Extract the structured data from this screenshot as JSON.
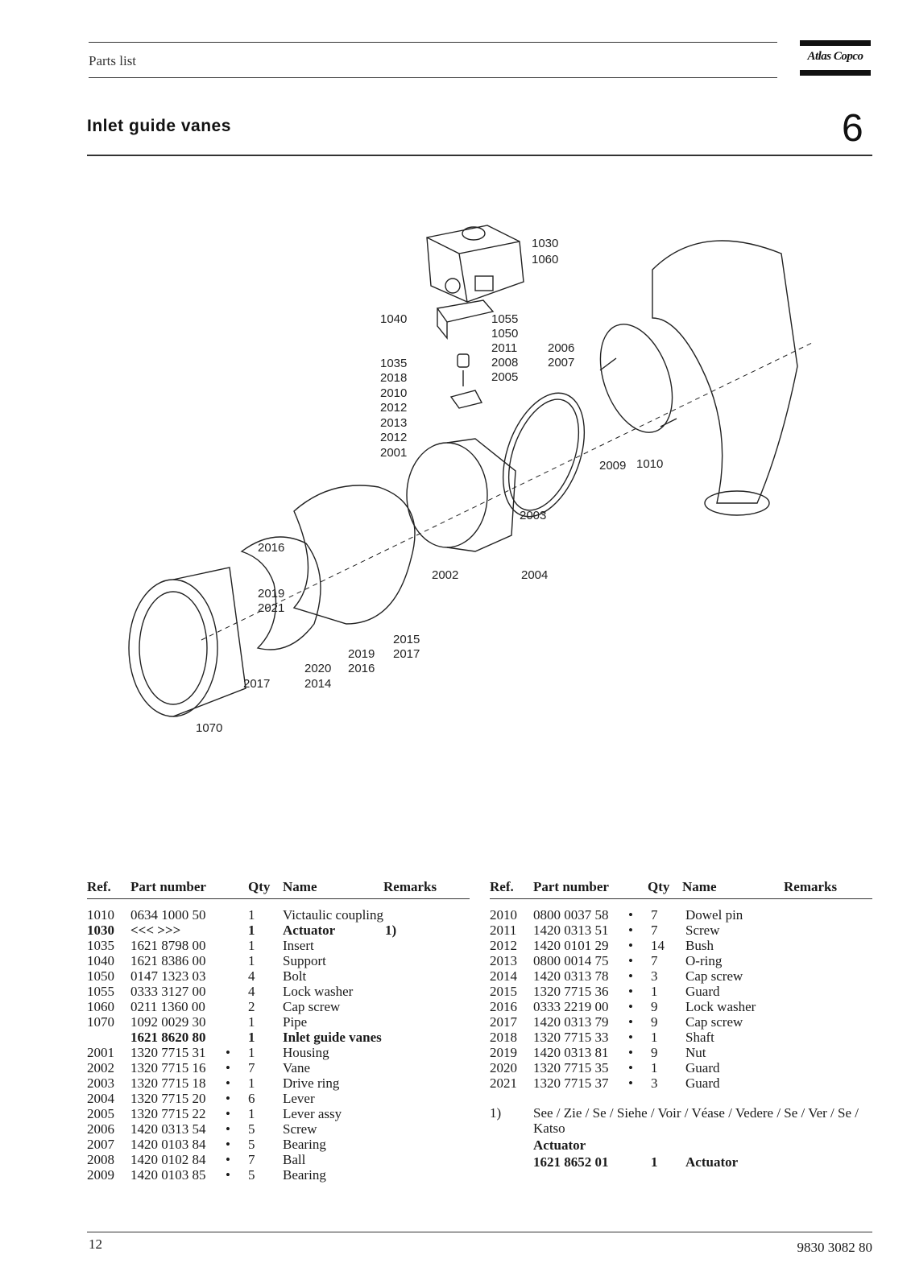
{
  "header": {
    "running_head": "Parts list",
    "logo_text": "Atlas Copco"
  },
  "section": {
    "title": "Inlet guide vanes",
    "number": "6"
  },
  "callouts": [
    "1030",
    "1060",
    "1040",
    "1055",
    "1050",
    "2011",
    "2006",
    "1035",
    "2008",
    "2007",
    "2018",
    "2005",
    "2010",
    "2012",
    "2013",
    "2012",
    "2001",
    "2009",
    "1010",
    "2003",
    "2016",
    "2002",
    "2004",
    "2019",
    "2021",
    "2015",
    "2017",
    "2019",
    "2016",
    "2020",
    "2017",
    "2014",
    "1070"
  ],
  "table_headers": {
    "ref": "Ref.",
    "part": "Part number",
    "qty": "Qty",
    "name": "Name",
    "remarks": "Remarks"
  },
  "left_rows": [
    {
      "ref": "1010",
      "part": "0634 1000 50",
      "dot": "",
      "qty": "1",
      "name": "Victaulic coupling",
      "rem": "",
      "bold": false
    },
    {
      "ref": "1030",
      "part": "<<< >>>",
      "dot": "",
      "qty": "1",
      "name": "Actuator",
      "rem": "1)",
      "bold": true
    },
    {
      "ref": "1035",
      "part": "1621 8798 00",
      "dot": "",
      "qty": "1",
      "name": "Insert",
      "rem": "",
      "bold": false
    },
    {
      "ref": "1040",
      "part": "1621 8386 00",
      "dot": "",
      "qty": "1",
      "name": "Support",
      "rem": "",
      "bold": false
    },
    {
      "ref": "1050",
      "part": "0147 1323 03",
      "dot": "",
      "qty": "4",
      "name": "Bolt",
      "rem": "",
      "bold": false
    },
    {
      "ref": "1055",
      "part": "0333 3127 00",
      "dot": "",
      "qty": "4",
      "name": "Lock washer",
      "rem": "",
      "bold": false
    },
    {
      "ref": "1060",
      "part": "0211 1360 00",
      "dot": "",
      "qty": "2",
      "name": "Cap screw",
      "rem": "",
      "bold": false
    },
    {
      "ref": "1070",
      "part": "1092 0029 30",
      "dot": "",
      "qty": "1",
      "name": "Pipe",
      "rem": "",
      "bold": false
    },
    {
      "ref": "",
      "part": "1621 8620 80",
      "dot": "",
      "qty": "1",
      "name": "Inlet guide vanes",
      "rem": "",
      "bold": true
    },
    {
      "ref": "2001",
      "part": "1320 7715 31",
      "dot": "•",
      "qty": "1",
      "name": "Housing",
      "rem": "",
      "bold": false
    },
    {
      "ref": "2002",
      "part": "1320 7715 16",
      "dot": "•",
      "qty": "7",
      "name": "Vane",
      "rem": "",
      "bold": false
    },
    {
      "ref": "2003",
      "part": "1320 7715 18",
      "dot": "•",
      "qty": "1",
      "name": "Drive ring",
      "rem": "",
      "bold": false
    },
    {
      "ref": "2004",
      "part": "1320 7715 20",
      "dot": "•",
      "qty": "6",
      "name": "Lever",
      "rem": "",
      "bold": false
    },
    {
      "ref": "2005",
      "part": "1320 7715 22",
      "dot": "•",
      "qty": "1",
      "name": "Lever assy",
      "rem": "",
      "bold": false
    },
    {
      "ref": "2006",
      "part": "1420 0313 54",
      "dot": "•",
      "qty": "5",
      "name": "Screw",
      "rem": "",
      "bold": false
    },
    {
      "ref": "2007",
      "part": "1420 0103 84",
      "dot": "•",
      "qty": "5",
      "name": "Bearing",
      "rem": "",
      "bold": false
    },
    {
      "ref": "2008",
      "part": "1420 0102 84",
      "dot": "•",
      "qty": "7",
      "name": "Ball",
      "rem": "",
      "bold": false
    },
    {
      "ref": "2009",
      "part": "1420 0103 85",
      "dot": "•",
      "qty": "5",
      "name": "Bearing",
      "rem": "",
      "bold": false
    }
  ],
  "right_rows": [
    {
      "ref": "2010",
      "part": "0800 0037 58",
      "dot": "•",
      "qty": "7",
      "name": "Dowel pin",
      "rem": "",
      "bold": false
    },
    {
      "ref": "2011",
      "part": "1420 0313 51",
      "dot": "•",
      "qty": "7",
      "name": "Screw",
      "rem": "",
      "bold": false
    },
    {
      "ref": "2012",
      "part": "1420 0101 29",
      "dot": "•",
      "qty": "14",
      "name": "Bush",
      "rem": "",
      "bold": false
    },
    {
      "ref": "2013",
      "part": "0800 0014 75",
      "dot": "•",
      "qty": "7",
      "name": "O-ring",
      "rem": "",
      "bold": false
    },
    {
      "ref": "2014",
      "part": "1420 0313 78",
      "dot": "•",
      "qty": "3",
      "name": "Cap screw",
      "rem": "",
      "bold": false
    },
    {
      "ref": "2015",
      "part": "1320 7715 36",
      "dot": "•",
      "qty": "1",
      "name": "Guard",
      "rem": "",
      "bold": false
    },
    {
      "ref": "2016",
      "part": "0333 2219 00",
      "dot": "•",
      "qty": "9",
      "name": "Lock washer",
      "rem": "",
      "bold": false
    },
    {
      "ref": "2017",
      "part": "1420 0313 79",
      "dot": "•",
      "qty": "9",
      "name": "Cap screw",
      "rem": "",
      "bold": false
    },
    {
      "ref": "2018",
      "part": "1320 7715 33",
      "dot": "•",
      "qty": "1",
      "name": "Shaft",
      "rem": "",
      "bold": false
    },
    {
      "ref": "2019",
      "part": "1420 0313 81",
      "dot": "•",
      "qty": "9",
      "name": "Nut",
      "rem": "",
      "bold": false
    },
    {
      "ref": "2020",
      "part": "1320 7715 35",
      "dot": "•",
      "qty": "1",
      "name": "Guard",
      "rem": "",
      "bold": false
    },
    {
      "ref": "2021",
      "part": "1320 7715 37",
      "dot": "•",
      "qty": "3",
      "name": "Guard",
      "rem": "",
      "bold": false
    }
  ],
  "footnote": {
    "mark": "1)",
    "text": "See / Zie / Se / Siehe / Voir / Véase / Vedere / Se / Ver / Se / Katso",
    "heading": "Actuator",
    "part": "1621 8652 01",
    "qty": "1",
    "name": "Actuator"
  },
  "footer": {
    "page": "12",
    "doc_number": "9830 3082 80"
  }
}
